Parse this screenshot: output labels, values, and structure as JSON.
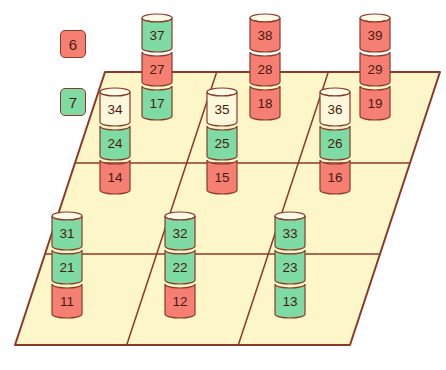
{
  "diagram": {
    "nodes": [
      {
        "text": [
          "37"
        ]
      },
      {
        "text": [
          "27"
        ]
      },
      {
        "text": [
          "17"
        ]
      },
      {
        "text": [
          "38"
        ]
      },
      {
        "text": [
          "28"
        ]
      },
      {
        "text": [
          "18"
        ]
      },
      {
        "text": [
          "39"
        ]
      },
      {
        "text": [
          "29"
        ]
      },
      {
        "text": [
          "19"
        ]
      },
      {
        "text": [
          "34"
        ]
      },
      {
        "text": [
          "24"
        ]
      },
      {
        "text": [
          "14"
        ]
      },
      {
        "text": [
          "35"
        ]
      },
      {
        "text": [
          "25"
        ]
      },
      {
        "text": [
          "15"
        ]
      },
      {
        "text": [
          "36"
        ]
      },
      {
        "text": [
          "26"
        ]
      },
      {
        "text": [
          "16"
        ]
      },
      {
        "text": [
          "31"
        ]
      },
      {
        "text": [
          "21"
        ]
      },
      {
        "text": [
          "11"
        ]
      },
      {
        "text": [
          "32"
        ]
      },
      {
        "text": [
          "22"
        ]
      },
      {
        "text": [
          "12"
        ]
      },
      {
        "text": [
          "33"
        ]
      },
      {
        "text": [
          "23"
        ]
      },
      {
        "text": [
          "13"
        ]
      }
    ],
    "legend": [
      {
        "text": "6",
        "color": "#f47f72"
      },
      {
        "text": "7",
        "color": "#7fdba4"
      }
    ]
  }
}
